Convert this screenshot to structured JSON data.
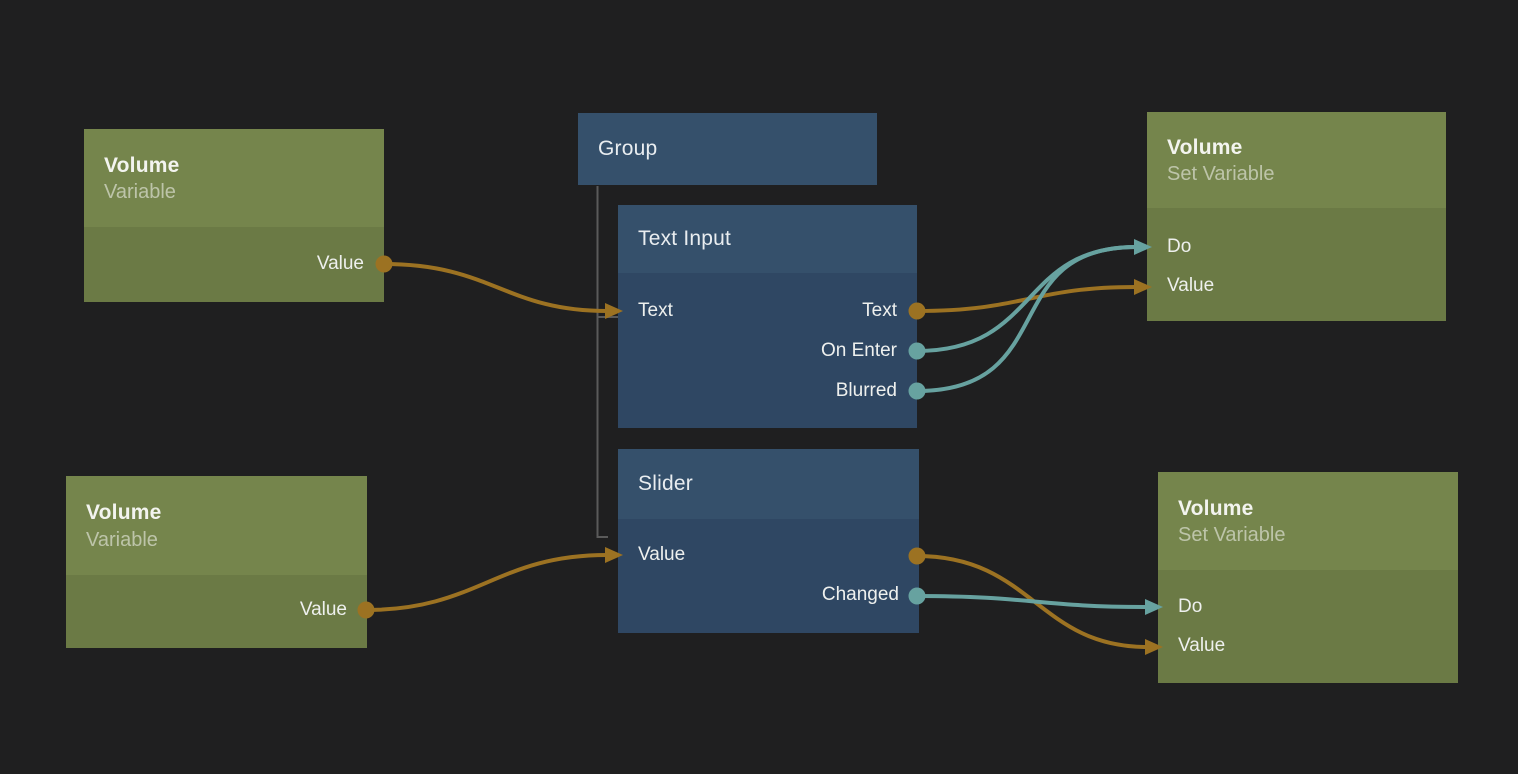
{
  "colors": {
    "canvas_background": "#1f1f20",
    "node_green_header": "#75854c",
    "node_green_body": "#6b7a45",
    "node_blue_header": "#35506b",
    "node_blue_body": "#2f4763",
    "connection_value": "#9c7222",
    "connection_signal": "#67a2a0",
    "hierarchy_line": "#5a5a5a",
    "title_text": "#f3f4ef",
    "subtitle_text": "#b9c2a4",
    "port_text": "#eef0ee"
  },
  "nodes": [
    {
      "id": "variable-1",
      "title": "Volume",
      "subtitle": "Variable",
      "ports": {
        "outputs": [
          "Value"
        ]
      }
    },
    {
      "id": "variable-2",
      "title": "Volume",
      "subtitle": "Variable",
      "ports": {
        "outputs": [
          "Value"
        ]
      }
    },
    {
      "id": "group",
      "title": "Group"
    },
    {
      "id": "text-input",
      "title": "Text Input",
      "ports": {
        "inputs": [
          "Text"
        ],
        "outputs": [
          "Text",
          "On Enter",
          "Blurred"
        ]
      }
    },
    {
      "id": "slider",
      "title": "Slider",
      "ports": {
        "inputs": [
          "Value"
        ],
        "outputs": [
          "Changed"
        ]
      }
    },
    {
      "id": "set-variable-1",
      "title": "Volume",
      "subtitle": "Set Variable",
      "ports": {
        "inputs": [
          "Do",
          "Value"
        ]
      }
    },
    {
      "id": "set-variable-2",
      "title": "Volume",
      "subtitle": "Set Variable",
      "ports": {
        "inputs": [
          "Do",
          "Value"
        ]
      }
    }
  ],
  "hierarchy": [
    {
      "parent": "Group",
      "children": [
        "Text Input",
        "Slider"
      ]
    }
  ],
  "connections": [
    {
      "from": "variable-1.Value",
      "to": "text-input.Text",
      "type": "value"
    },
    {
      "from": "text-input.Text",
      "to": "set-variable-1.Value",
      "type": "value"
    },
    {
      "from": "text-input.On Enter",
      "to": "set-variable-1.Do",
      "type": "signal"
    },
    {
      "from": "text-input.Blurred",
      "to": "set-variable-1.Do",
      "type": "signal"
    },
    {
      "from": "variable-2.Value",
      "to": "slider.Value",
      "type": "value"
    },
    {
      "from": "slider.Value",
      "to": "set-variable-2.Value",
      "type": "value"
    },
    {
      "from": "slider.Changed",
      "to": "set-variable-2.Do",
      "type": "signal"
    }
  ]
}
